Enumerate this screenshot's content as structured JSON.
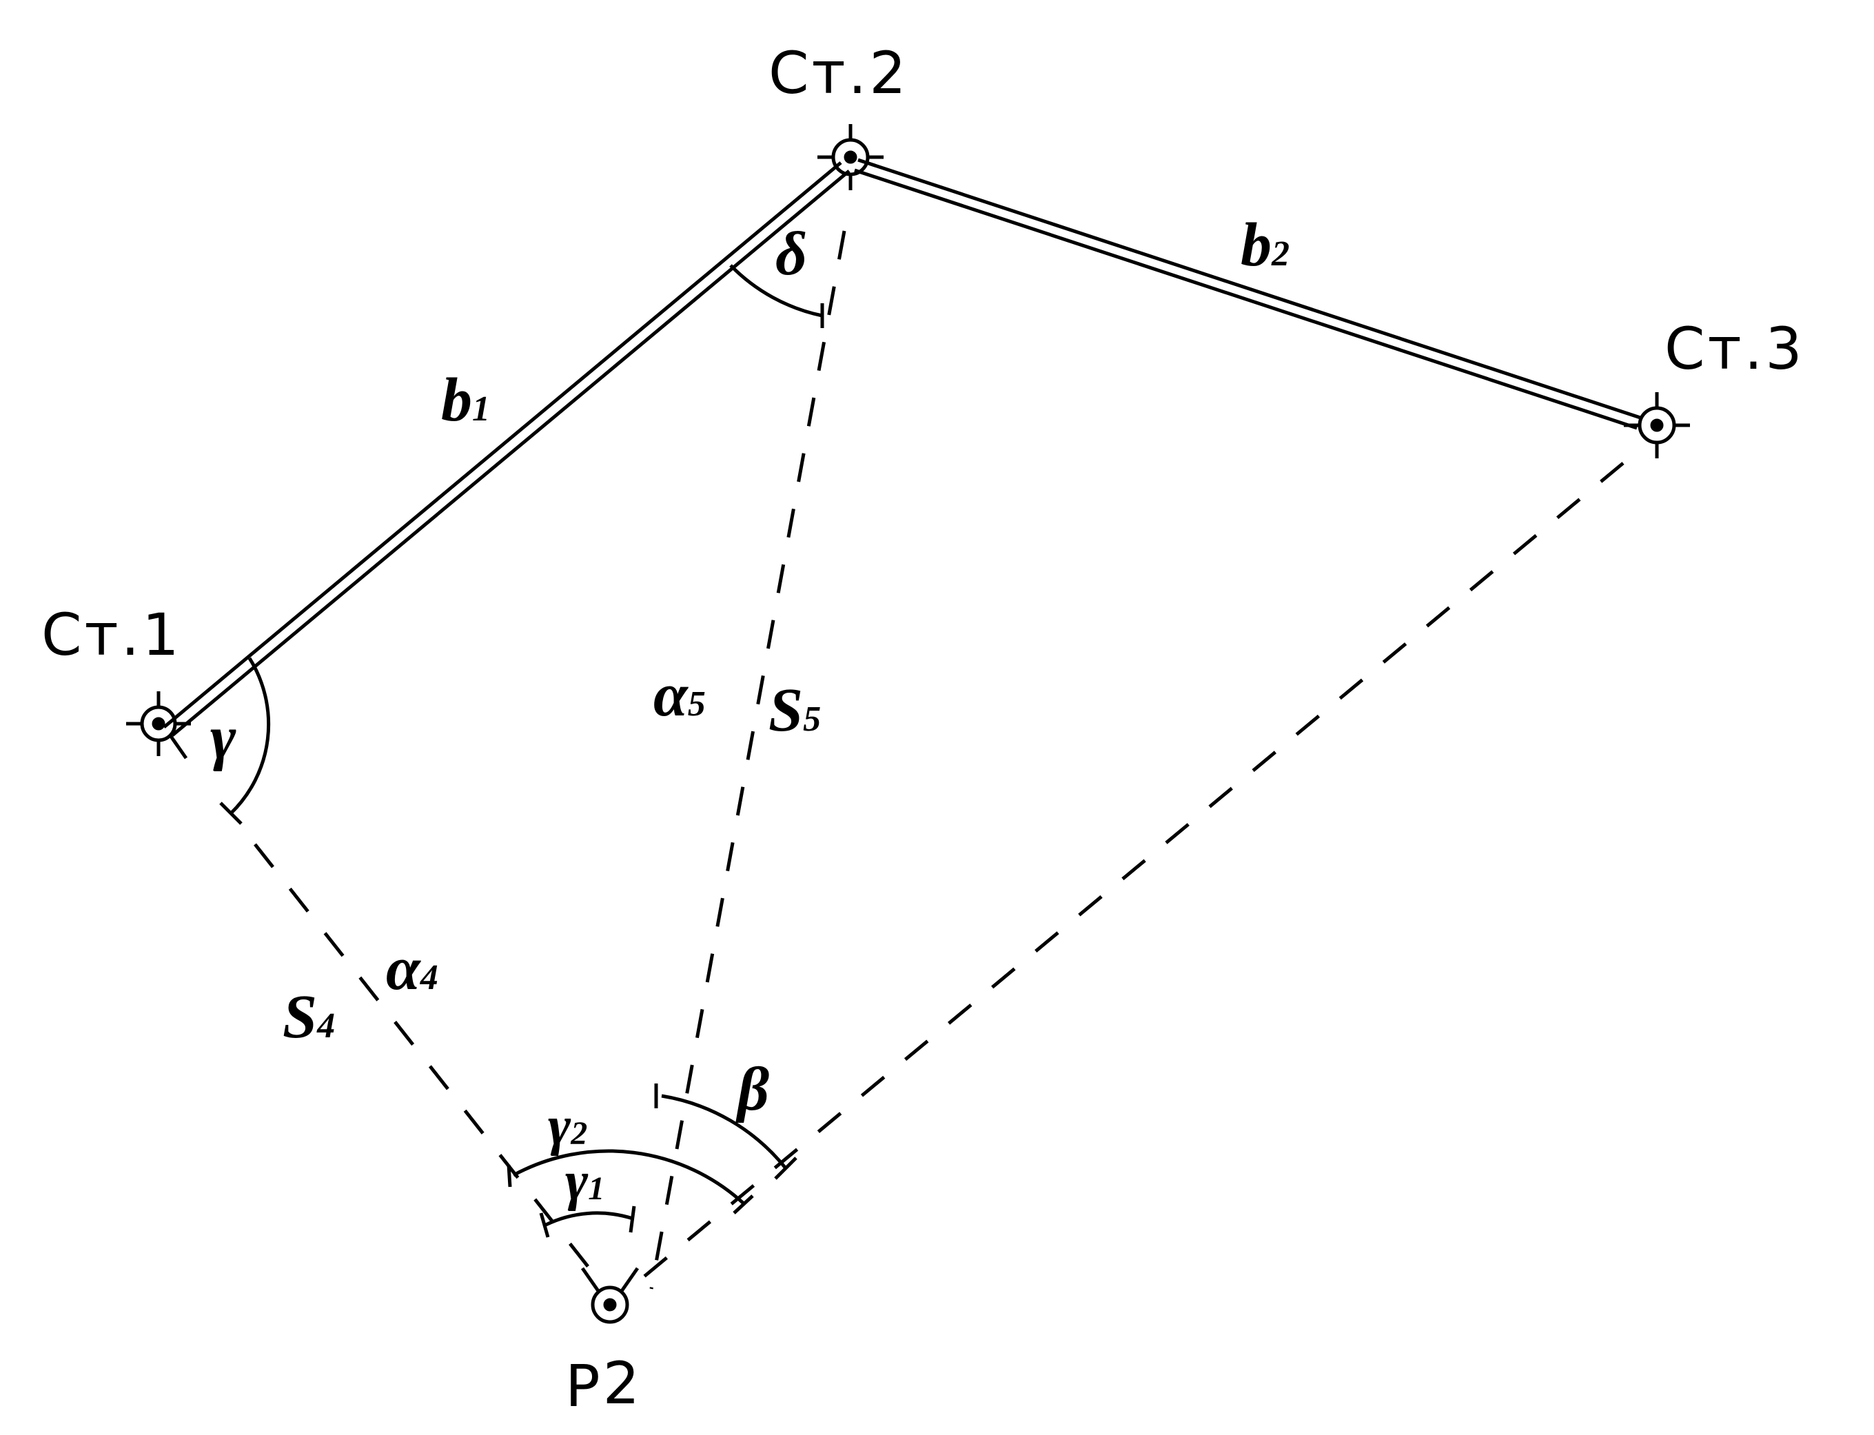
{
  "stations": {
    "st1": {
      "label": "Ст.1"
    },
    "st2": {
      "label": "Ст.2"
    },
    "st3": {
      "label": "Ст.3"
    },
    "p2": {
      "label": "P",
      "sub": "2"
    }
  },
  "sides": {
    "b1": {
      "main": "b",
      "sub": "1"
    },
    "b2": {
      "main": "b",
      "sub": "2"
    },
    "s4": {
      "main": "S",
      "sub": "4"
    },
    "a4": {
      "main": "α",
      "sub": "4"
    },
    "s5": {
      "main": "S",
      "sub": "5"
    },
    "a5": {
      "main": "α",
      "sub": "5"
    }
  },
  "angles": {
    "gamma": {
      "main": "γ"
    },
    "delta": {
      "main": "δ"
    },
    "beta": {
      "main": "β"
    },
    "gamma1": {
      "main": "γ",
      "sub": "1"
    },
    "gamma2": {
      "main": "γ",
      "sub": "2"
    }
  }
}
